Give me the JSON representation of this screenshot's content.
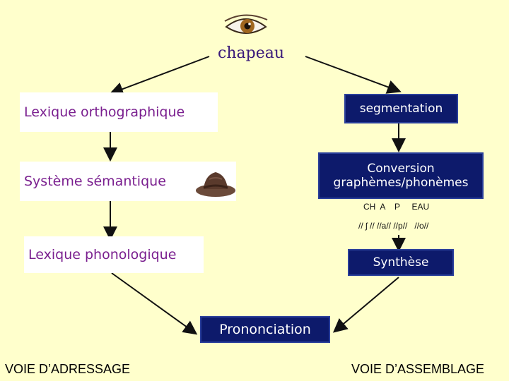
{
  "word": "chapeau",
  "left": {
    "lexique_orthographique": "Lexique orthographique",
    "systeme_semantique": "Système sémantique",
    "lexique_phonologique": "Lexique phonologique"
  },
  "right": {
    "segmentation": "segmentation",
    "conversion_line1": "Conversion",
    "conversion_line2": "graphèmes/phonèmes",
    "graphemes": "CH  A    P     EAU",
    "phonemes": "// ʃ // //a// //p//   //o//",
    "synthese": "Synthèse"
  },
  "output": {
    "prononciation": "Prononciation"
  },
  "footer": {
    "left": "VOIE D’ADRESSAGE",
    "right": "VOIE D’ASSEMBLAGE"
  },
  "colors": {
    "background": "#ffffcc",
    "navy_box": "#0d1a6b",
    "purple_text": "#7a1f8f"
  },
  "icons": [
    "eye-icon",
    "hat-icon"
  ]
}
